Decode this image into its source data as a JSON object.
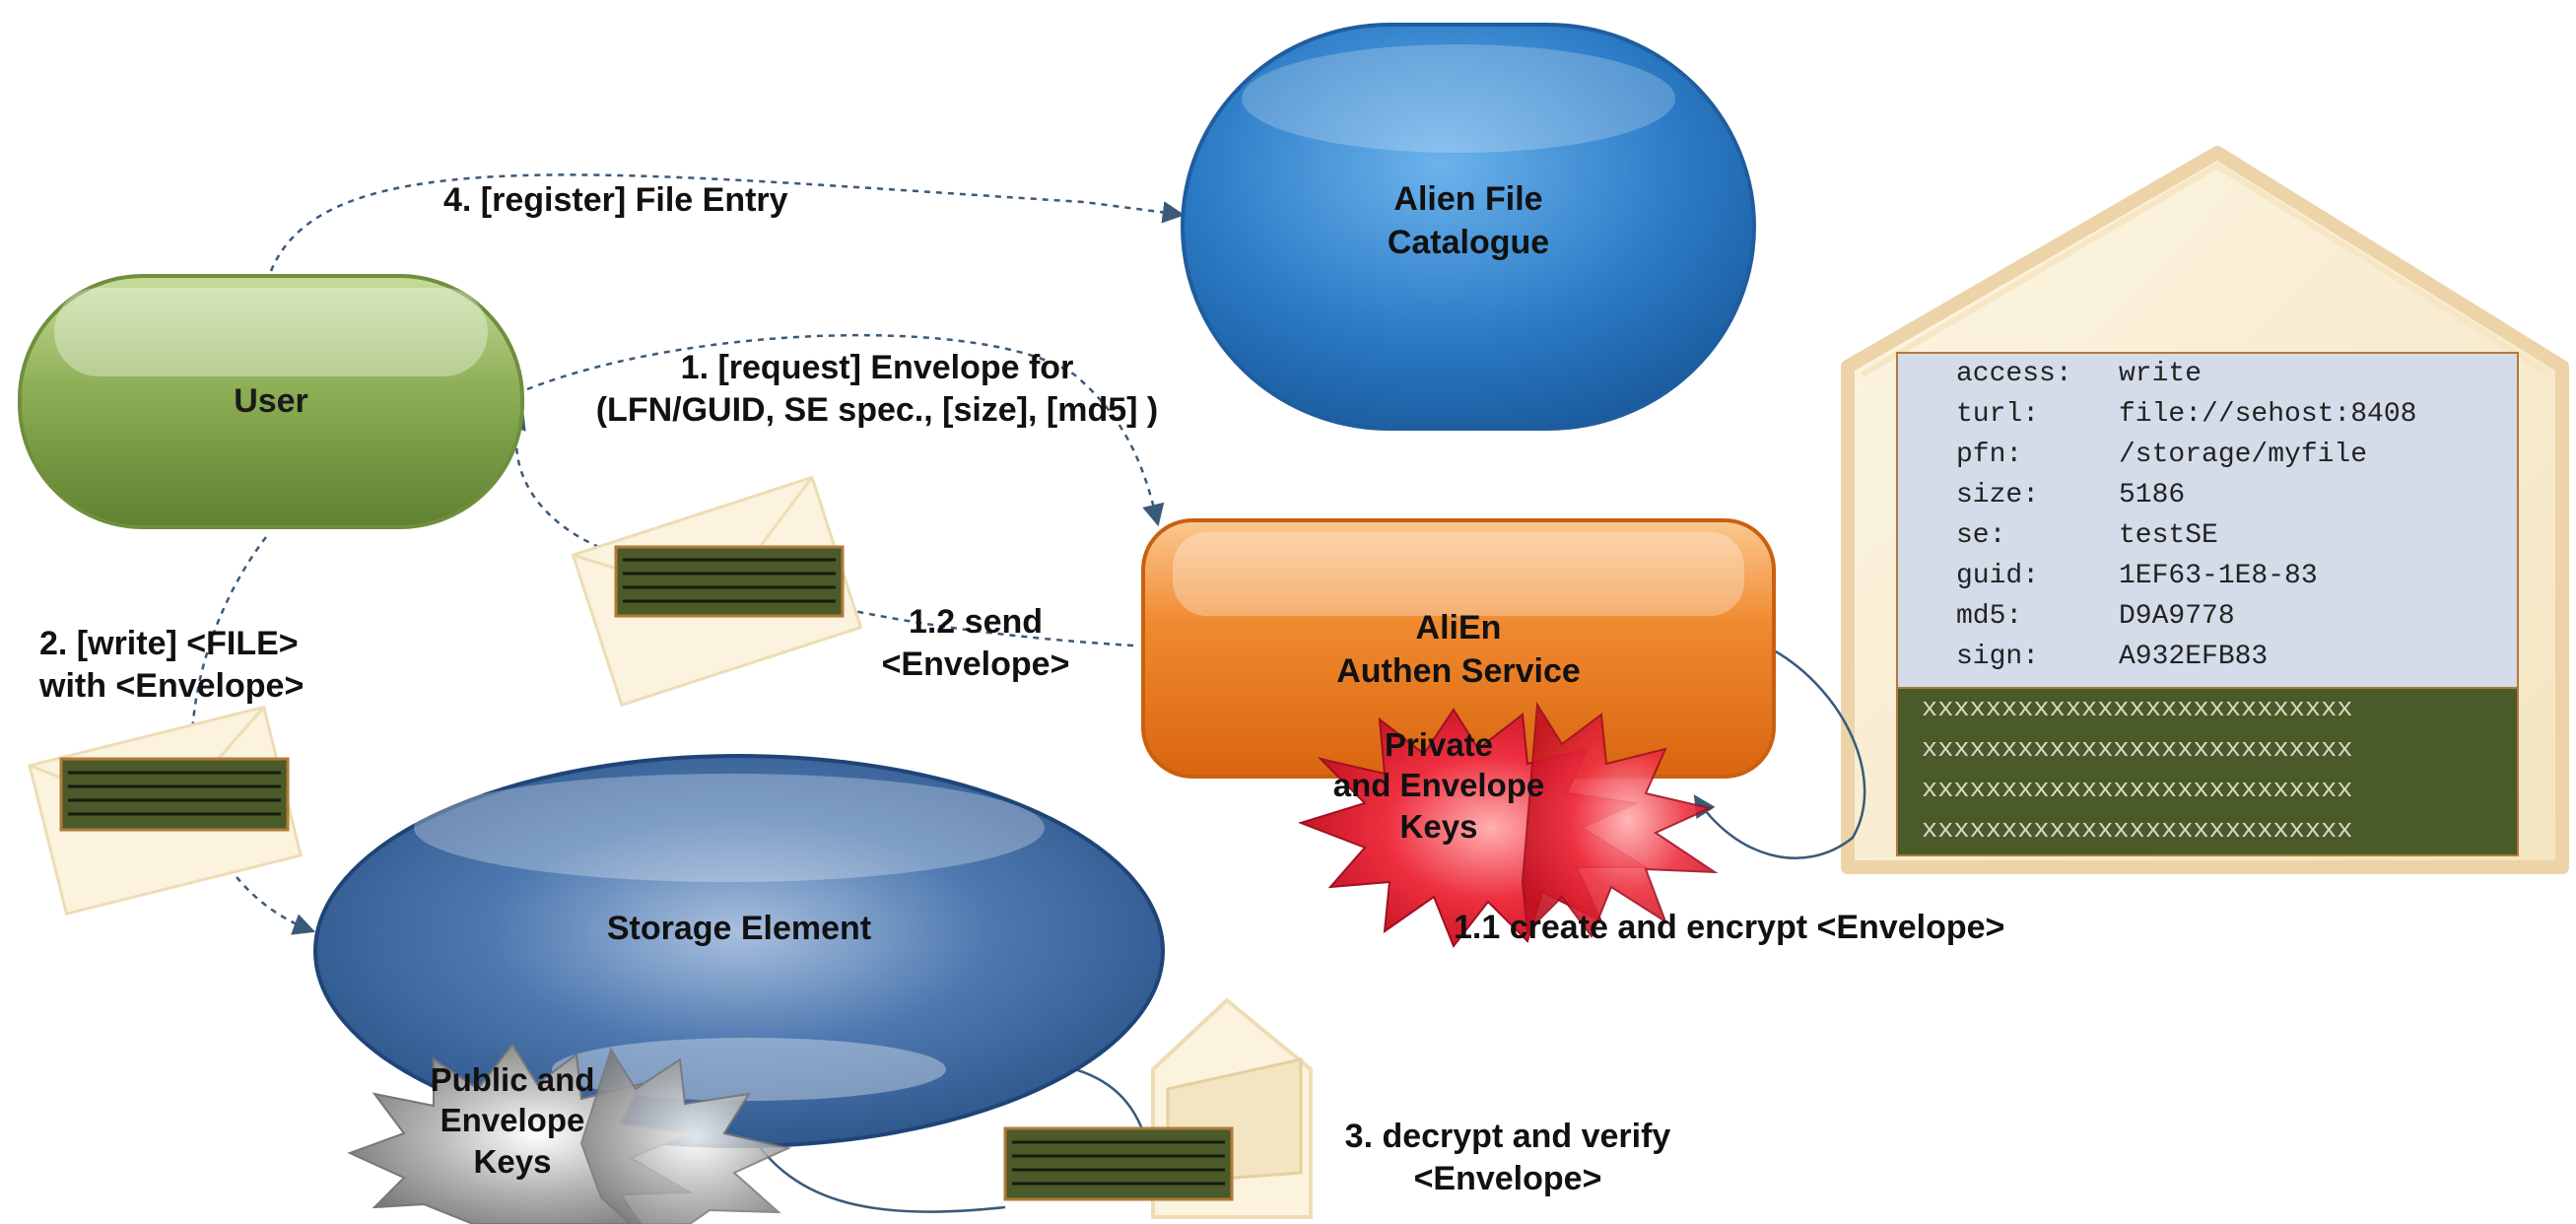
{
  "nodes": {
    "user": "User",
    "catalogue_line1": "Alien File",
    "catalogue_line2": "Catalogue",
    "authen_line1": "AliEn",
    "authen_line2": "Authen Service",
    "storage": "Storage Element"
  },
  "keys": {
    "private_line1": "Private",
    "private_line2": "and Envelope",
    "private_line3": "Keys",
    "public_line1": "Public and",
    "public_line2": "Envelope",
    "public_line3": "Keys"
  },
  "steps": {
    "register": "4. [register] File Entry",
    "request_line1": "1. [request] Envelope for",
    "request_line2": "(LFN/GUID, SE spec., [size], [md5] )",
    "send_line1": "1.2 send",
    "send_line2": "<Envelope>",
    "write_line1": "2.  [write] <FILE>",
    "write_line2": "with <Envelope>",
    "create": "1.1 create and encrypt <Envelope>",
    "decrypt_line1": "3. decrypt and verify",
    "decrypt_line2": "<Envelope>"
  },
  "envelope_fields": [
    {
      "key": "access:",
      "value": "write"
    },
    {
      "key": "turl:",
      "value": "file://sehost:8408"
    },
    {
      "key": "pfn:",
      "value": "/storage/myfile"
    },
    {
      "key": "size:",
      "value": "5186"
    },
    {
      "key": "se:",
      "value": "testSE"
    },
    {
      "key": "guid:",
      "value": "1EF63-1E8-83"
    },
    {
      "key": "md5:",
      "value": "D9A9778"
    },
    {
      "key": "sign:",
      "value": "A932EFB83"
    }
  ],
  "encrypted_rows": [
    "xxxxxxxxxxxxxxxxxxxxxxxxxxx",
    "xxxxxxxxxxxxxxxxxxxxxxxxxxx",
    "xxxxxxxxxxxxxxxxxxxxxxxxxxx",
    "xxxxxxxxxxxxxxxxxxxxxxxxxxx"
  ],
  "colors": {
    "user": "#7fa14a",
    "catalogue": "#2a7ac4",
    "authen": "#e8731a",
    "storage": "#2f5f98",
    "private_keys": "#e02030",
    "public_keys": "#9a9a9a",
    "envelope_panel": "#d3dce8",
    "encrypted_panel": "#4a5a28",
    "arrow": "#3a5a7a"
  }
}
